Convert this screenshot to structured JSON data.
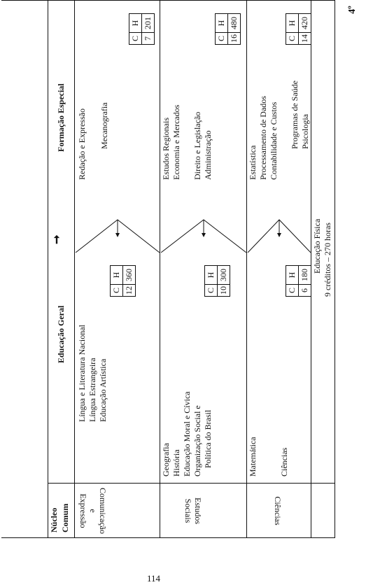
{
  "grade_label": "4º",
  "page_number": "114",
  "header": {
    "nucleo": [
      "Núcleo",
      "Comum"
    ],
    "educacao_geral": "Educação Geral",
    "formacao_especial": "Formação Especial"
  },
  "col_c": "C",
  "col_h": "H",
  "rows": [
    {
      "area": [
        "Comunicação",
        "e",
        "Expressão"
      ],
      "geral": [
        "Língua e Literatura Nacional",
        "Língua Estrangeira",
        "Educação Artística"
      ],
      "geral_c": "12",
      "geral_h": "360",
      "especial": [
        "Redação e Expressão",
        "",
        "Mecanografia"
      ],
      "especial_c": "7",
      "especial_h": "201"
    },
    {
      "area": [
        "Estudos",
        "Sociais"
      ],
      "geral": [
        "Geografia",
        "História",
        "Educação Moral e Cívica",
        "Organização Social e",
        "Política do Brasil"
      ],
      "geral_c": "10",
      "geral_h": "300",
      "especial": [
        "Estudos Regionais",
        "Economia e Mercados",
        "",
        "Direito e Legislação",
        "Administração"
      ],
      "especial_c": "16",
      "especial_h": "480"
    },
    {
      "area": [
        "Ciências"
      ],
      "geral": [
        "Matemática",
        "",
        "",
        "Ciências"
      ],
      "geral_c": "6",
      "geral_h": "180",
      "especial": [
        "Estatística",
        "Processamento de Dados",
        "Contabilidade e Custos",
        "",
        "Programas de Saúde",
        "Psicologia"
      ],
      "especial_c": "14",
      "especial_h": "420"
    }
  ],
  "footer": {
    "line1": "Educação Física",
    "line2": "9 créditos – 270 horas"
  }
}
